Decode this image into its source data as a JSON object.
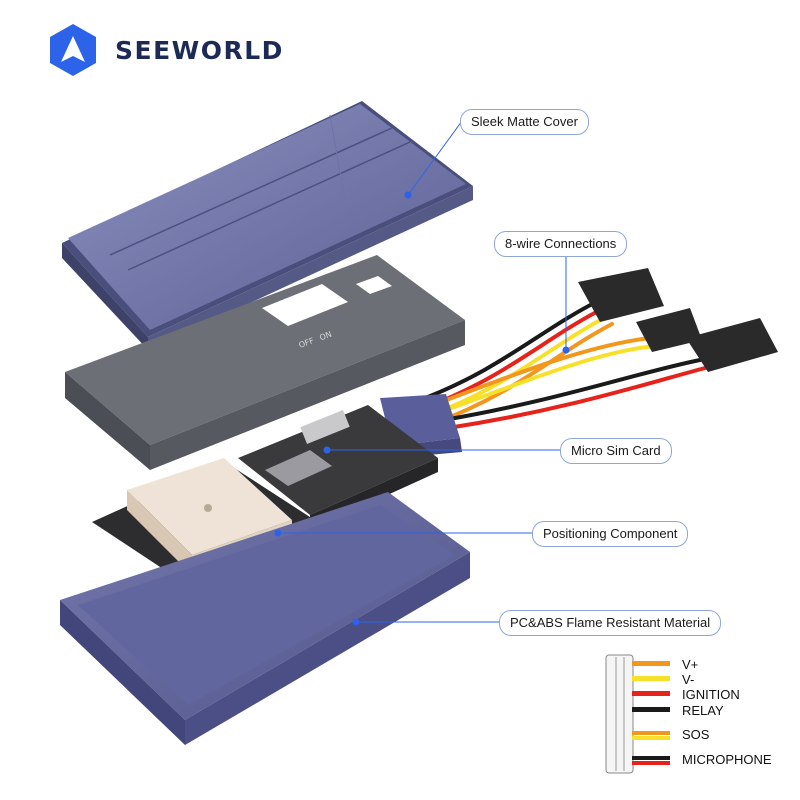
{
  "brand": {
    "name": "SEEWORLD",
    "logo_color": "#2d63e8",
    "text_color": "#1d2a55"
  },
  "callouts": [
    {
      "id": "cover",
      "label": "Sleek Matte Cover"
    },
    {
      "id": "wires",
      "label": "8-wire Connections"
    },
    {
      "id": "sim",
      "label": "Micro Sim Card"
    },
    {
      "id": "gps",
      "label": "Positioning Component"
    },
    {
      "id": "case",
      "label": "PC&ABS Flame Resistant Material"
    }
  ],
  "device_markings": [
    "OFF",
    "ON"
  ],
  "wire_legend": [
    {
      "label": "V+",
      "colors": [
        "#f2971d"
      ]
    },
    {
      "label": "V-",
      "colors": [
        "#f7e02a"
      ]
    },
    {
      "label": "IGNITION",
      "colors": [
        "#e5231b"
      ]
    },
    {
      "label": "RELAY",
      "colors": [
        "#1a1a1a"
      ]
    },
    {
      "label": "SOS",
      "colors": [
        "#f2971d",
        "#f7e02a"
      ]
    },
    {
      "label": "MICROPHONE",
      "colors": [
        "#1a1a1a",
        "#e5231b"
      ]
    }
  ],
  "colors": {
    "accent_outline": "#8fa6d8",
    "leader_line": "#2d63e8",
    "case_purple": "#5d6196",
    "tray_gray": "#5c5f65"
  }
}
